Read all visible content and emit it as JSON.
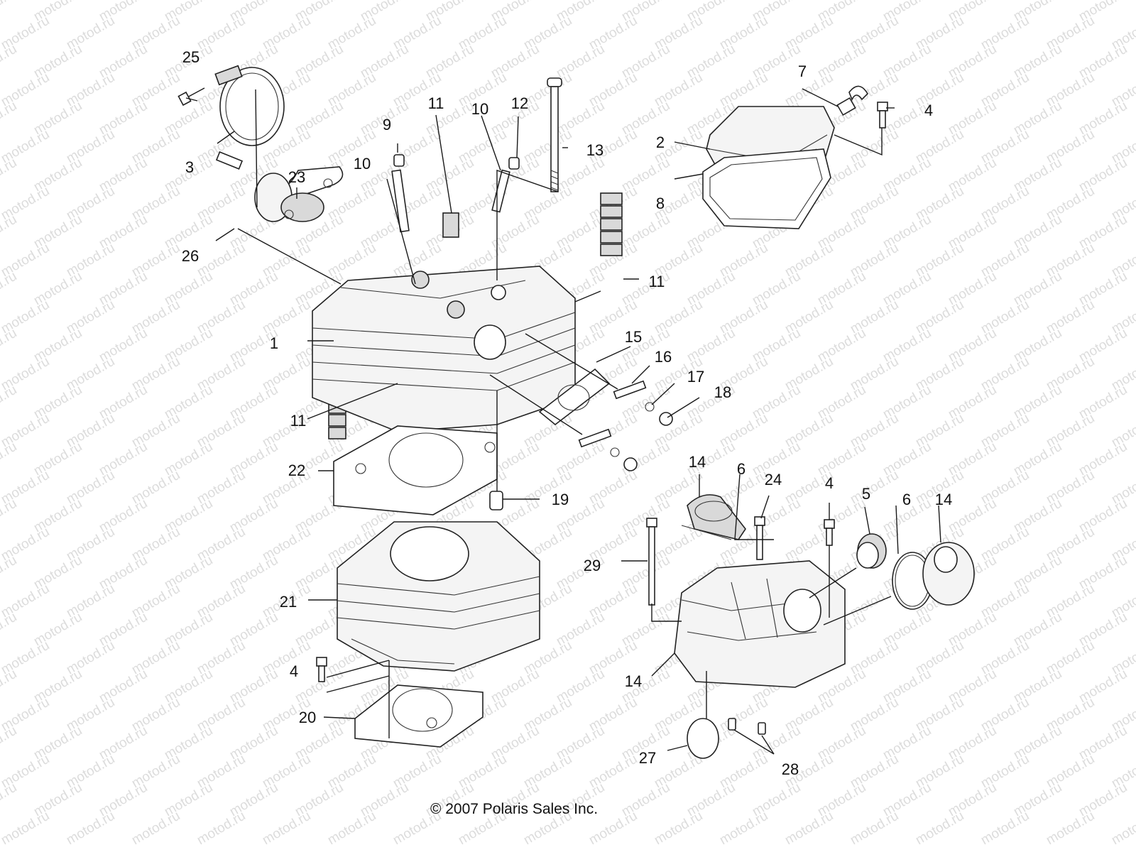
{
  "watermark": "motod.ru",
  "copyright": "© 2007 Polaris Sales Inc.",
  "callouts": [
    {
      "id": "c1",
      "text": "1"
    },
    {
      "id": "c2",
      "text": "2"
    },
    {
      "id": "c3",
      "text": "3"
    },
    {
      "id": "c4a",
      "text": "4"
    },
    {
      "id": "c4b",
      "text": "4"
    },
    {
      "id": "c4c",
      "text": "4"
    },
    {
      "id": "c5",
      "text": "5"
    },
    {
      "id": "c6a",
      "text": "6"
    },
    {
      "id": "c6b",
      "text": "6"
    },
    {
      "id": "c7",
      "text": "7"
    },
    {
      "id": "c8",
      "text": "8"
    },
    {
      "id": "c9",
      "text": "9"
    },
    {
      "id": "c10a",
      "text": "10"
    },
    {
      "id": "c10b",
      "text": "10"
    },
    {
      "id": "c11a",
      "text": "11"
    },
    {
      "id": "c11b",
      "text": "11"
    },
    {
      "id": "c11c",
      "text": "11"
    },
    {
      "id": "c12",
      "text": "12"
    },
    {
      "id": "c13",
      "text": "13"
    },
    {
      "id": "c14a",
      "text": "14"
    },
    {
      "id": "c14b",
      "text": "14"
    },
    {
      "id": "c14c",
      "text": "14"
    },
    {
      "id": "c15",
      "text": "15"
    },
    {
      "id": "c16",
      "text": "16"
    },
    {
      "id": "c17",
      "text": "17"
    },
    {
      "id": "c18",
      "text": "18"
    },
    {
      "id": "c19",
      "text": "19"
    },
    {
      "id": "c20",
      "text": "20"
    },
    {
      "id": "c21",
      "text": "21"
    },
    {
      "id": "c22",
      "text": "22"
    },
    {
      "id": "c23",
      "text": "23"
    },
    {
      "id": "c24",
      "text": "24"
    },
    {
      "id": "c25",
      "text": "25"
    },
    {
      "id": "c26",
      "text": "26"
    },
    {
      "id": "c27",
      "text": "27"
    },
    {
      "id": "c28",
      "text": "28"
    },
    {
      "id": "c29",
      "text": "29"
    }
  ]
}
